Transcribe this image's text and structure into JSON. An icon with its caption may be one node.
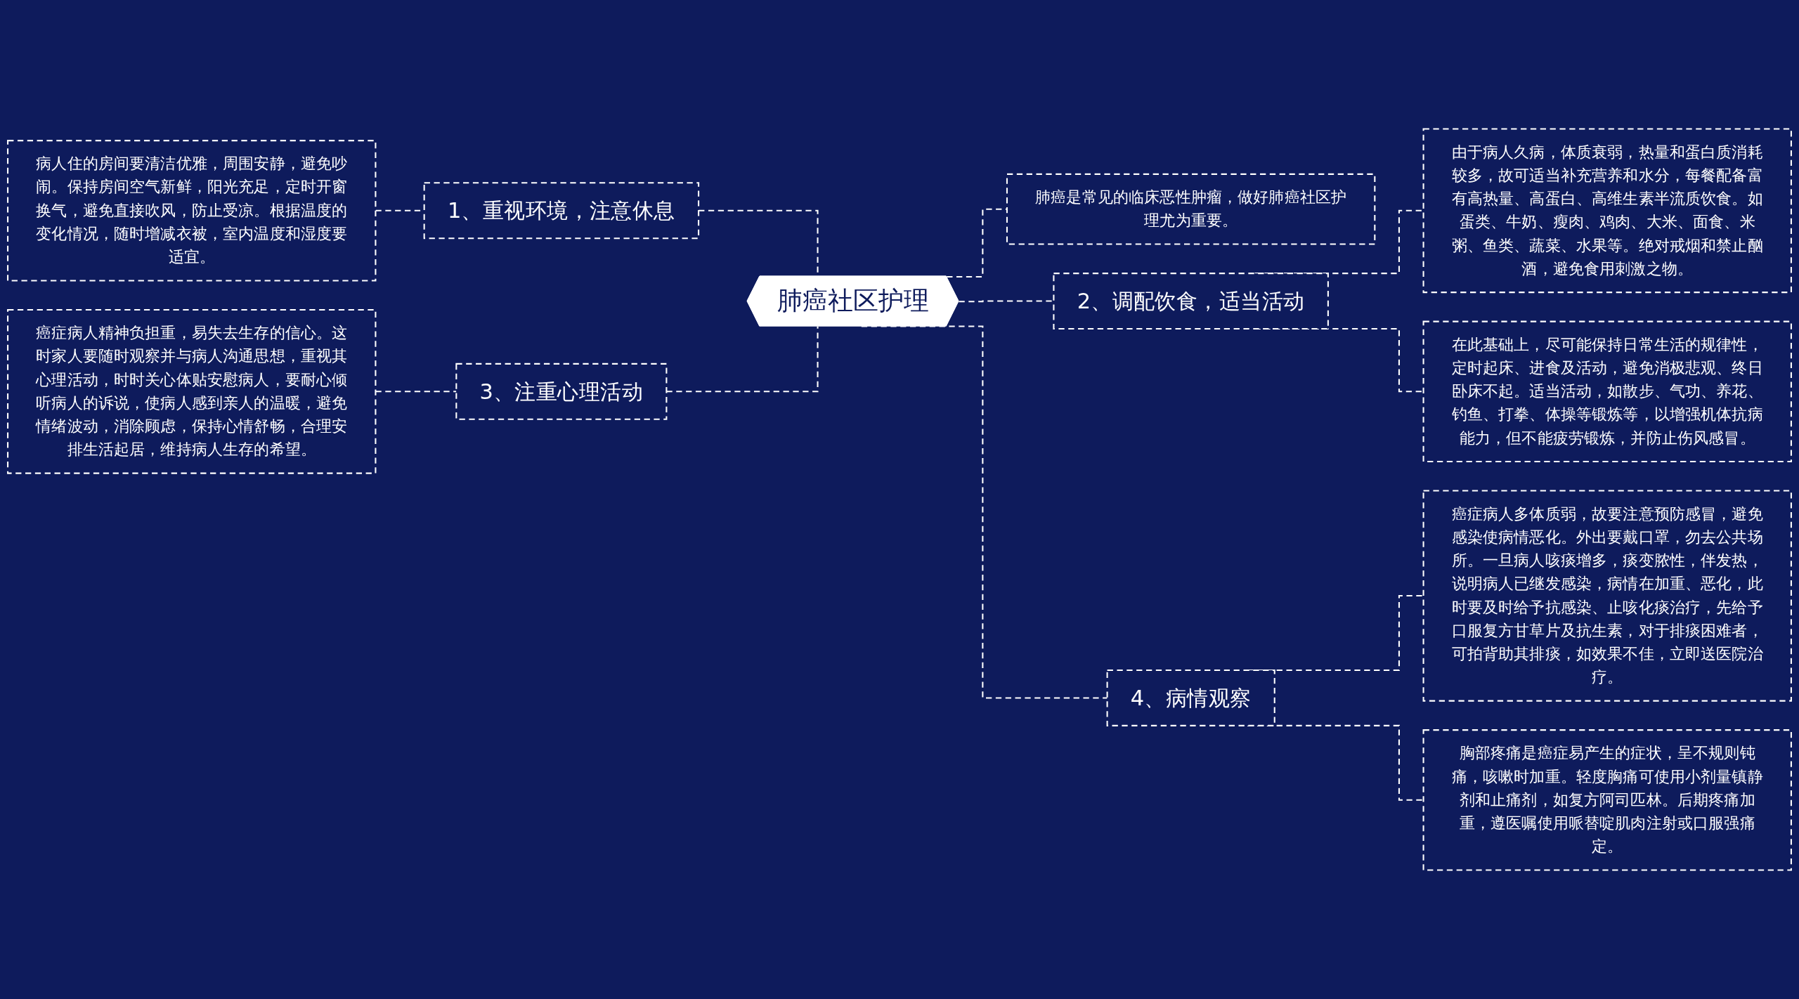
{
  "diagram": {
    "nodes": [
      {
        "text": [
          "肺癌社区护理"
        ]
      },
      {
        "text": [
          "1、重视环境，注意休息"
        ]
      },
      {
        "text": [
          "病人住的房间要清洁优雅，周围安静，避免吵闹。保持房间空气新鲜，阳光充足，定时开窗换气，避免直接吹风，防止受凉。根据温度的变化情况，随时增减衣被，室内温度和湿度要适宜。"
        ]
      },
      {
        "text": [
          "3、注重心理活动"
        ]
      },
      {
        "text": [
          "癌症病人精神负担重，易失去生存的信心。这时家人要随时观察并与病人沟通思想，重视其心理活动，时时关心体贴安慰病人，要耐心倾听病人的诉说，使病人感到亲人的温暖，避免情绪波动，消除顾虑，保持心情舒畅，合理安排生活起居，维持病人生存的希望。"
        ]
      },
      {
        "text": [
          "肺癌是常见的临床恶性肿瘤，做好肺癌社区护理尤为重要。"
        ]
      },
      {
        "text": [
          "2、调配饮食，适当活动"
        ]
      },
      {
        "text": [
          "由于病人久病，体质衰弱，热量和蛋白质消耗较多，故可适当补充营养和水分，每餐配备富有高热量、高蛋白、高维生素半流质饮食。如蛋类、牛奶、瘦肉、鸡肉、大米、面食、米粥、鱼类、蔬菜、水果等。绝对戒烟和禁止酗酒，避免食用刺激之物。"
        ]
      },
      {
        "text": [
          "在此基础上，尽可能保持日常生活的规律性，定时起床、进食及活动，避免消极悲观、终日卧床不起。适当活动，如散步、气功、养花、钓鱼、打拳、体操等锻炼等，以增强机体抗病能力，但不能疲劳锻炼，并防止伤风感冒。"
        ]
      },
      {
        "text": [
          "4、病情观察"
        ]
      },
      {
        "text": [
          "癌症病人多体质弱，故要注意预防感冒，避免感染使病情恶化。外出要戴口罩，勿去公共场所。一旦病人咳痰增多，痰变脓性，伴发热，说明病人已继发感染，病情在加重、恶化，此时要及时给予抗感染、止咳化痰治疗，先给予口服复方甘草片及抗生素，对于排痰困难者，可拍背助其排痰，如效果不佳，立即送医院治疗。"
        ]
      },
      {
        "text": [
          "胸部疼痛是癌症易产生的症状，呈不规则钝痛，咳嗽时加重。轻度胸痛可使用小剂量镇静剂和止痛剂，如复方阿司匹林。后期疼痛加重，遵医嘱使用哌替啶肌肉注射或口服强痛定。"
        ]
      }
    ],
    "edges": [
      {
        "from": 2,
        "to": 1,
        "arrow": "none",
        "style": "dashed"
      },
      {
        "from": 1,
        "to": 0,
        "arrow": "none",
        "style": "dashed"
      },
      {
        "from": 4,
        "to": 3,
        "arrow": "none",
        "style": "dashed"
      },
      {
        "from": 3,
        "to": 0,
        "arrow": "none",
        "style": "dashed"
      },
      {
        "from": 0,
        "to": 5,
        "arrow": "none",
        "style": "dashed"
      },
      {
        "from": 0,
        "to": 6,
        "arrow": "none",
        "style": "dashed"
      },
      {
        "from": 6,
        "to": 7,
        "arrow": "none",
        "style": "dashed"
      },
      {
        "from": 6,
        "to": 8,
        "arrow": "none",
        "style": "dashed"
      },
      {
        "from": 0,
        "to": 9,
        "arrow": "none",
        "style": "dashed"
      },
      {
        "from": 9,
        "to": 10,
        "arrow": "none",
        "style": "dashed"
      },
      {
        "from": 9,
        "to": 11,
        "arrow": "none",
        "style": "dashed"
      }
    ]
  }
}
